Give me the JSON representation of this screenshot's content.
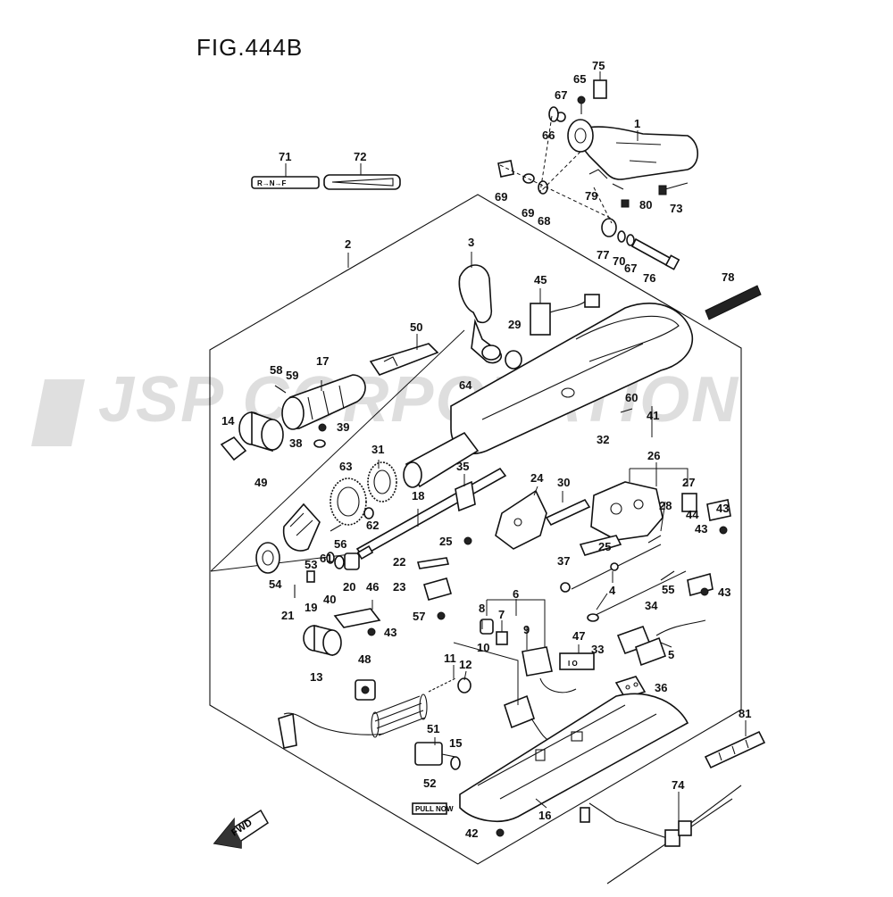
{
  "figure": {
    "title": "FIG.444B"
  },
  "watermark": {
    "text": "JSP CORPORATION"
  },
  "direction_arrow": {
    "text": "FWD"
  },
  "decals": {
    "decal_71_text": "R→N→F",
    "decal_52_text": "PULL NOW",
    "decal_47_text": "I O"
  },
  "callouts": [
    "1",
    "2",
    "3",
    "4",
    "5",
    "6",
    "7",
    "8",
    "9",
    "10",
    "11",
    "12",
    "13",
    "14",
    "15",
    "16",
    "17",
    "18",
    "19",
    "20",
    "21",
    "22",
    "23",
    "24",
    "25",
    "25",
    "26",
    "27",
    "28",
    "29",
    "30",
    "31",
    "32",
    "33",
    "34",
    "35",
    "36",
    "37",
    "38",
    "39",
    "40",
    "41",
    "42",
    "43",
    "43",
    "43",
    "43",
    "44",
    "45",
    "46",
    "47",
    "48",
    "49",
    "50",
    "51",
    "52",
    "53",
    "54",
    "55",
    "56",
    "57",
    "58",
    "59",
    "60",
    "61",
    "62",
    "63",
    "64",
    "65",
    "66",
    "67",
    "67",
    "68",
    "69",
    "69",
    "70",
    "71",
    "72",
    "73",
    "74",
    "75",
    "76",
    "77",
    "78",
    "79",
    "80",
    "81"
  ]
}
